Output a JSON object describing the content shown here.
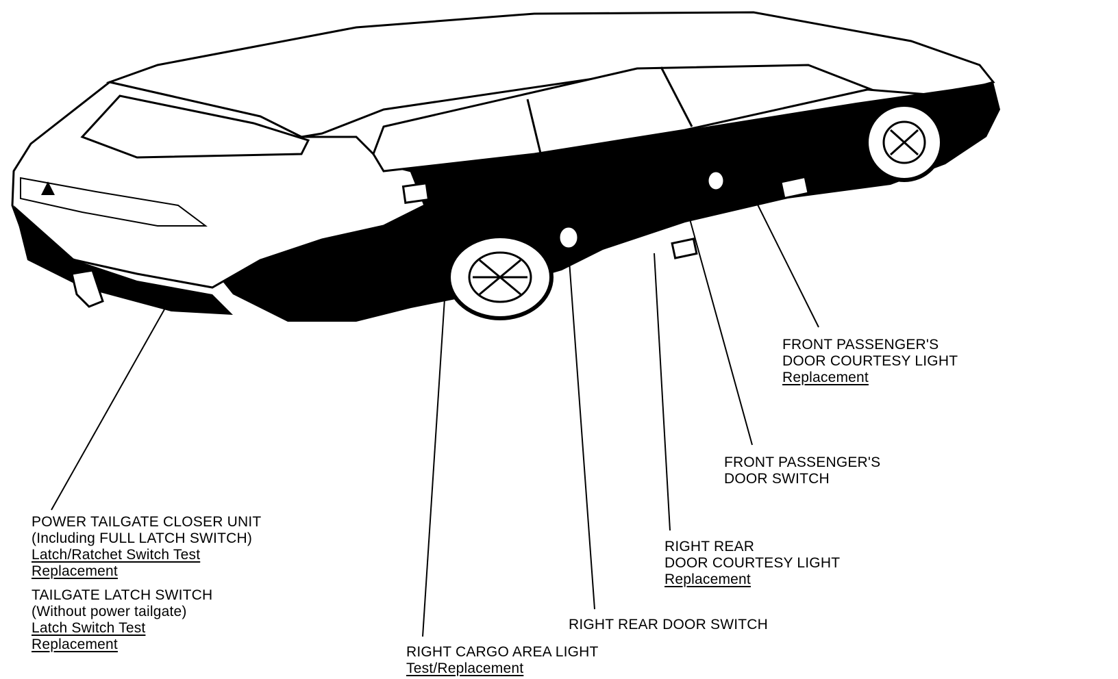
{
  "callouts": {
    "power_tailgate": {
      "line1": "POWER TAILGATE CLOSER UNIT",
      "line2": "(Including FULL LATCH SWITCH)",
      "link1": "Latch/Ratchet Switch Test",
      "link2": "Replacement"
    },
    "tailgate_latch": {
      "line1": "TAILGATE LATCH SWITCH",
      "line2": "(Without power tailgate)",
      "link1": "Latch Switch Test",
      "link2": "Replacement"
    },
    "cargo_light": {
      "line1": "RIGHT CARGO AREA LIGHT",
      "link1": "Test/Replacement"
    },
    "rear_door_switch": {
      "line1": "RIGHT REAR DOOR SWITCH"
    },
    "rear_courtesy": {
      "line1": "RIGHT REAR",
      "line2": "DOOR COURTESY LIGHT",
      "link1": "Replacement"
    },
    "front_door_switch": {
      "line1": "FRONT PASSENGER'S",
      "line2": "DOOR SWITCH"
    },
    "front_courtesy": {
      "line1": "FRONT PASSENGER'S",
      "line2": "DOOR COURTESY LIGHT",
      "link1": "Replacement"
    }
  }
}
